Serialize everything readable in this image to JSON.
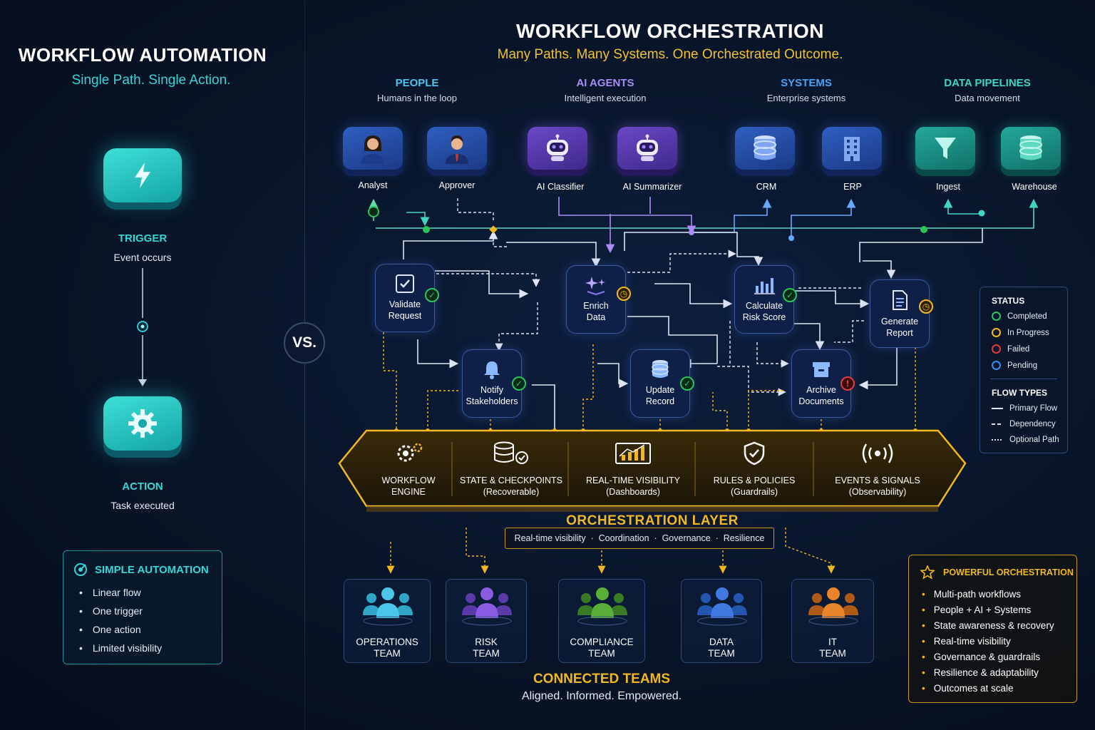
{
  "left": {
    "title": "WORKFLOW AUTOMATION",
    "subtitle": "Single Path. Single Action.",
    "trigger": {
      "label": "TRIGGER",
      "desc": "Event occurs",
      "icon": "lightning-icon"
    },
    "action": {
      "label": "ACTION",
      "desc": "Task executed",
      "icon": "gear-icon"
    },
    "simple_box": {
      "title": "SIMPLE AUTOMATION",
      "items": [
        "Linear flow",
        "One trigger",
        "One action",
        "Limited visibility"
      ]
    }
  },
  "vs_label": "VS.",
  "right": {
    "title": "WORKFLOW ORCHESTRATION",
    "subtitle": "Many Paths. Many Systems. One Orchestrated Outcome.",
    "categories": [
      {
        "title": "PEOPLE",
        "sub": "Humans in the loop",
        "color": "#4cc6f0",
        "items": [
          "Analyst",
          "Approver"
        ]
      },
      {
        "title": "AI AGENTS",
        "sub": "Intelligent execution",
        "color": "#a98cf5",
        "items": [
          "AI Classifier",
          "AI Summarizer"
        ]
      },
      {
        "title": "SYSTEMS",
        "sub": "Enterprise systems",
        "color": "#4aa2f5",
        "items": [
          "CRM",
          "ERP"
        ]
      },
      {
        "title": "DATA PIPELINES",
        "sub": "Data movement",
        "color": "#3fd6c4",
        "items": [
          "Ingest",
          "Warehouse"
        ]
      }
    ],
    "nodes": [
      {
        "l1": "Validate",
        "l2": "Request",
        "status": "completed"
      },
      {
        "l1": "Enrich",
        "l2": "Data",
        "status": "in-progress"
      },
      {
        "l1": "Calculate",
        "l2": "Risk Score",
        "status": "completed"
      },
      {
        "l1": "Generate",
        "l2": "Report",
        "status": "in-progress"
      },
      {
        "l1": "Notify",
        "l2": "Stakeholders",
        "status": "completed"
      },
      {
        "l1": "Update",
        "l2": "Record",
        "status": "completed"
      },
      {
        "l1": "Archive",
        "l2": "Documents",
        "status": "failed"
      }
    ],
    "layer": {
      "title": "ORCHESTRATION LAYER",
      "pill": "Real-time visibility  ·  Coordination  ·  Governance  ·  Resilience",
      "cells": [
        {
          "l1": "WORKFLOW",
          "l2": "ENGINE"
        },
        {
          "l1": "STATE & CHECKPOINTS",
          "l2": "(Recoverable)"
        },
        {
          "l1": "REAL-TIME VISIBILITY",
          "l2": "(Dashboards)"
        },
        {
          "l1": "RULES & POLICIES",
          "l2": "(Guardrails)"
        },
        {
          "l1": "EVENTS & SIGNALS",
          "l2": "(Observability)"
        }
      ]
    },
    "teams": [
      {
        "l1": "OPERATIONS",
        "l2": "TEAM",
        "color": "#2fa6c8"
      },
      {
        "l1": "RISK",
        "l2": "TEAM",
        "color": "#7a4fd0"
      },
      {
        "l1": "COMPLIANCE",
        "l2": "TEAM",
        "color": "#4a9a30"
      },
      {
        "l1": "DATA",
        "l2": "TEAM",
        "color": "#2f6ad0"
      },
      {
        "l1": "IT",
        "l2": "TEAM",
        "color": "#e07a20"
      }
    ],
    "connected": {
      "title": "CONNECTED TEAMS",
      "sub": "Aligned. Informed. Empowered."
    },
    "status_legend": {
      "title": "STATUS",
      "items": [
        {
          "label": "Completed",
          "color": "#2bc45a"
        },
        {
          "label": "In Progress",
          "color": "#f2b820"
        },
        {
          "label": "Failed",
          "color": "#e03a3a"
        },
        {
          "label": "Pending",
          "color": "#3a8ef0"
        }
      ],
      "flow_title": "FLOW TYPES",
      "flow_items": [
        "Primary Flow",
        "Dependency",
        "Optional Path"
      ]
    },
    "powerful_box": {
      "title": "POWERFUL ORCHESTRATION",
      "items": [
        "Multi-path workflows",
        "People + AI + Systems",
        "State awareness & recovery",
        "Real-time visibility",
        "Governance & guardrails",
        "Resilience & adaptability",
        "Outcomes at scale"
      ]
    }
  }
}
